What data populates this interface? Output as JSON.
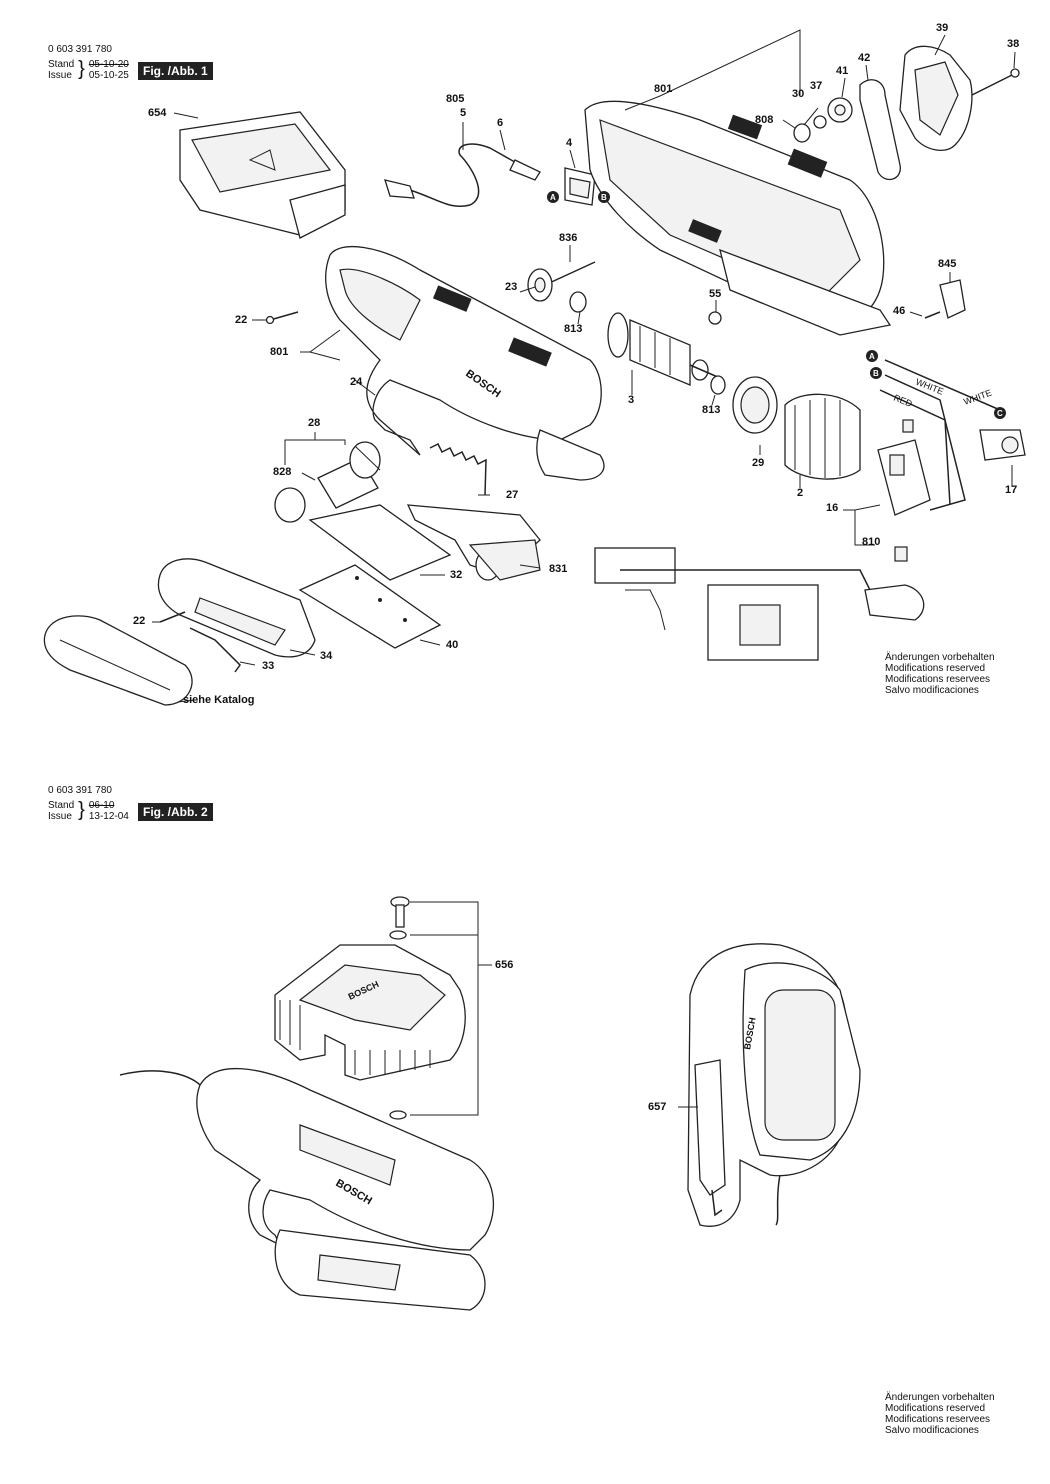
{
  "fig1": {
    "part_number": "0 603 391 780",
    "stand_label": "Stand",
    "issue_label": "Issue",
    "stand_date": "05-10-20",
    "issue_date": "05-10-25",
    "fig_badge": "Fig. /Abb. 1",
    "notes": [
      "Änderungen vorbehalten",
      "Modifications reserved",
      "Modifications reservees",
      "Salvo modificaciones"
    ],
    "labels": {
      "l654": "654",
      "l805": "805",
      "l5": "5",
      "l6": "6",
      "l4": "4",
      "l801a": "801",
      "l30": "30",
      "l37": "37",
      "l41": "41",
      "l42": "42",
      "l39": "39",
      "l38": "38",
      "l808": "808",
      "l836": "836",
      "l23": "23",
      "l22a": "22",
      "l55": "55",
      "l813a": "813",
      "l845": "845",
      "l46": "46",
      "l801b": "801",
      "l24": "24",
      "l3": "3",
      "l813b": "813",
      "l28": "28",
      "l828": "828",
      "l27": "27",
      "l29": "29",
      "l2": "2",
      "l17": "17",
      "l16": "16",
      "l810": "810",
      "l831": "831",
      "l32": "32",
      "l22b": "22",
      "l34": "34",
      "l33": "33",
      "l40": "40",
      "siehe": "siehe Katalog"
    },
    "wires": {
      "white1": "WHITE",
      "white2": "WHITE",
      "red": "RED"
    },
    "connectors": {
      "a": "A",
      "b": "B",
      "c": "C"
    },
    "brand": "BOSCH"
  },
  "fig2": {
    "part_number": "0 603 391 780",
    "stand_label": "Stand",
    "issue_label": "Issue",
    "stand_date": "06-10",
    "issue_date": "13-12-04",
    "fig_badge": "Fig. /Abb. 2",
    "notes": [
      "Änderungen vorbehalten",
      "Modifications reserved",
      "Modifications reservees",
      "Salvo modificaciones"
    ],
    "labels": {
      "l656": "656",
      "l657": "657"
    },
    "brand": "BOSCH"
  }
}
